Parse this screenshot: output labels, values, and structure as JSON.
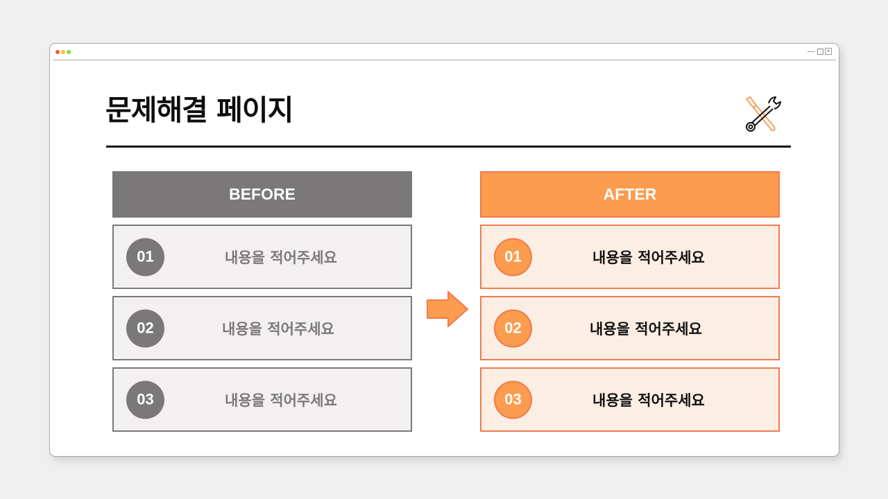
{
  "window": {
    "traffic_lights": [
      "#f4583f",
      "#f6c431",
      "#8cd63a"
    ],
    "controls": {
      "minimize": "minimize-icon",
      "maximize": "maximize-icon",
      "close": "close-icon"
    }
  },
  "header": {
    "title": "문제해결 페이지",
    "icon": "wrench-screwdriver-icon"
  },
  "before": {
    "label": "BEFORE",
    "color": "#7a7879",
    "items": [
      {
        "num": "01",
        "text": "내용을 적어주세요"
      },
      {
        "num": "02",
        "text": "내용을 적어주세요"
      },
      {
        "num": "03",
        "text": "내용을 적어주세요"
      }
    ]
  },
  "arrow": {
    "icon": "arrow-right-icon",
    "color": "#fb9c4f"
  },
  "after": {
    "label": "AFTER",
    "color": "#fb9c4f",
    "items": [
      {
        "num": "01",
        "text": "내용을 적어주세요"
      },
      {
        "num": "02",
        "text": "내용을 적어주세요"
      },
      {
        "num": "03",
        "text": "내용을 적어주세요"
      }
    ]
  }
}
